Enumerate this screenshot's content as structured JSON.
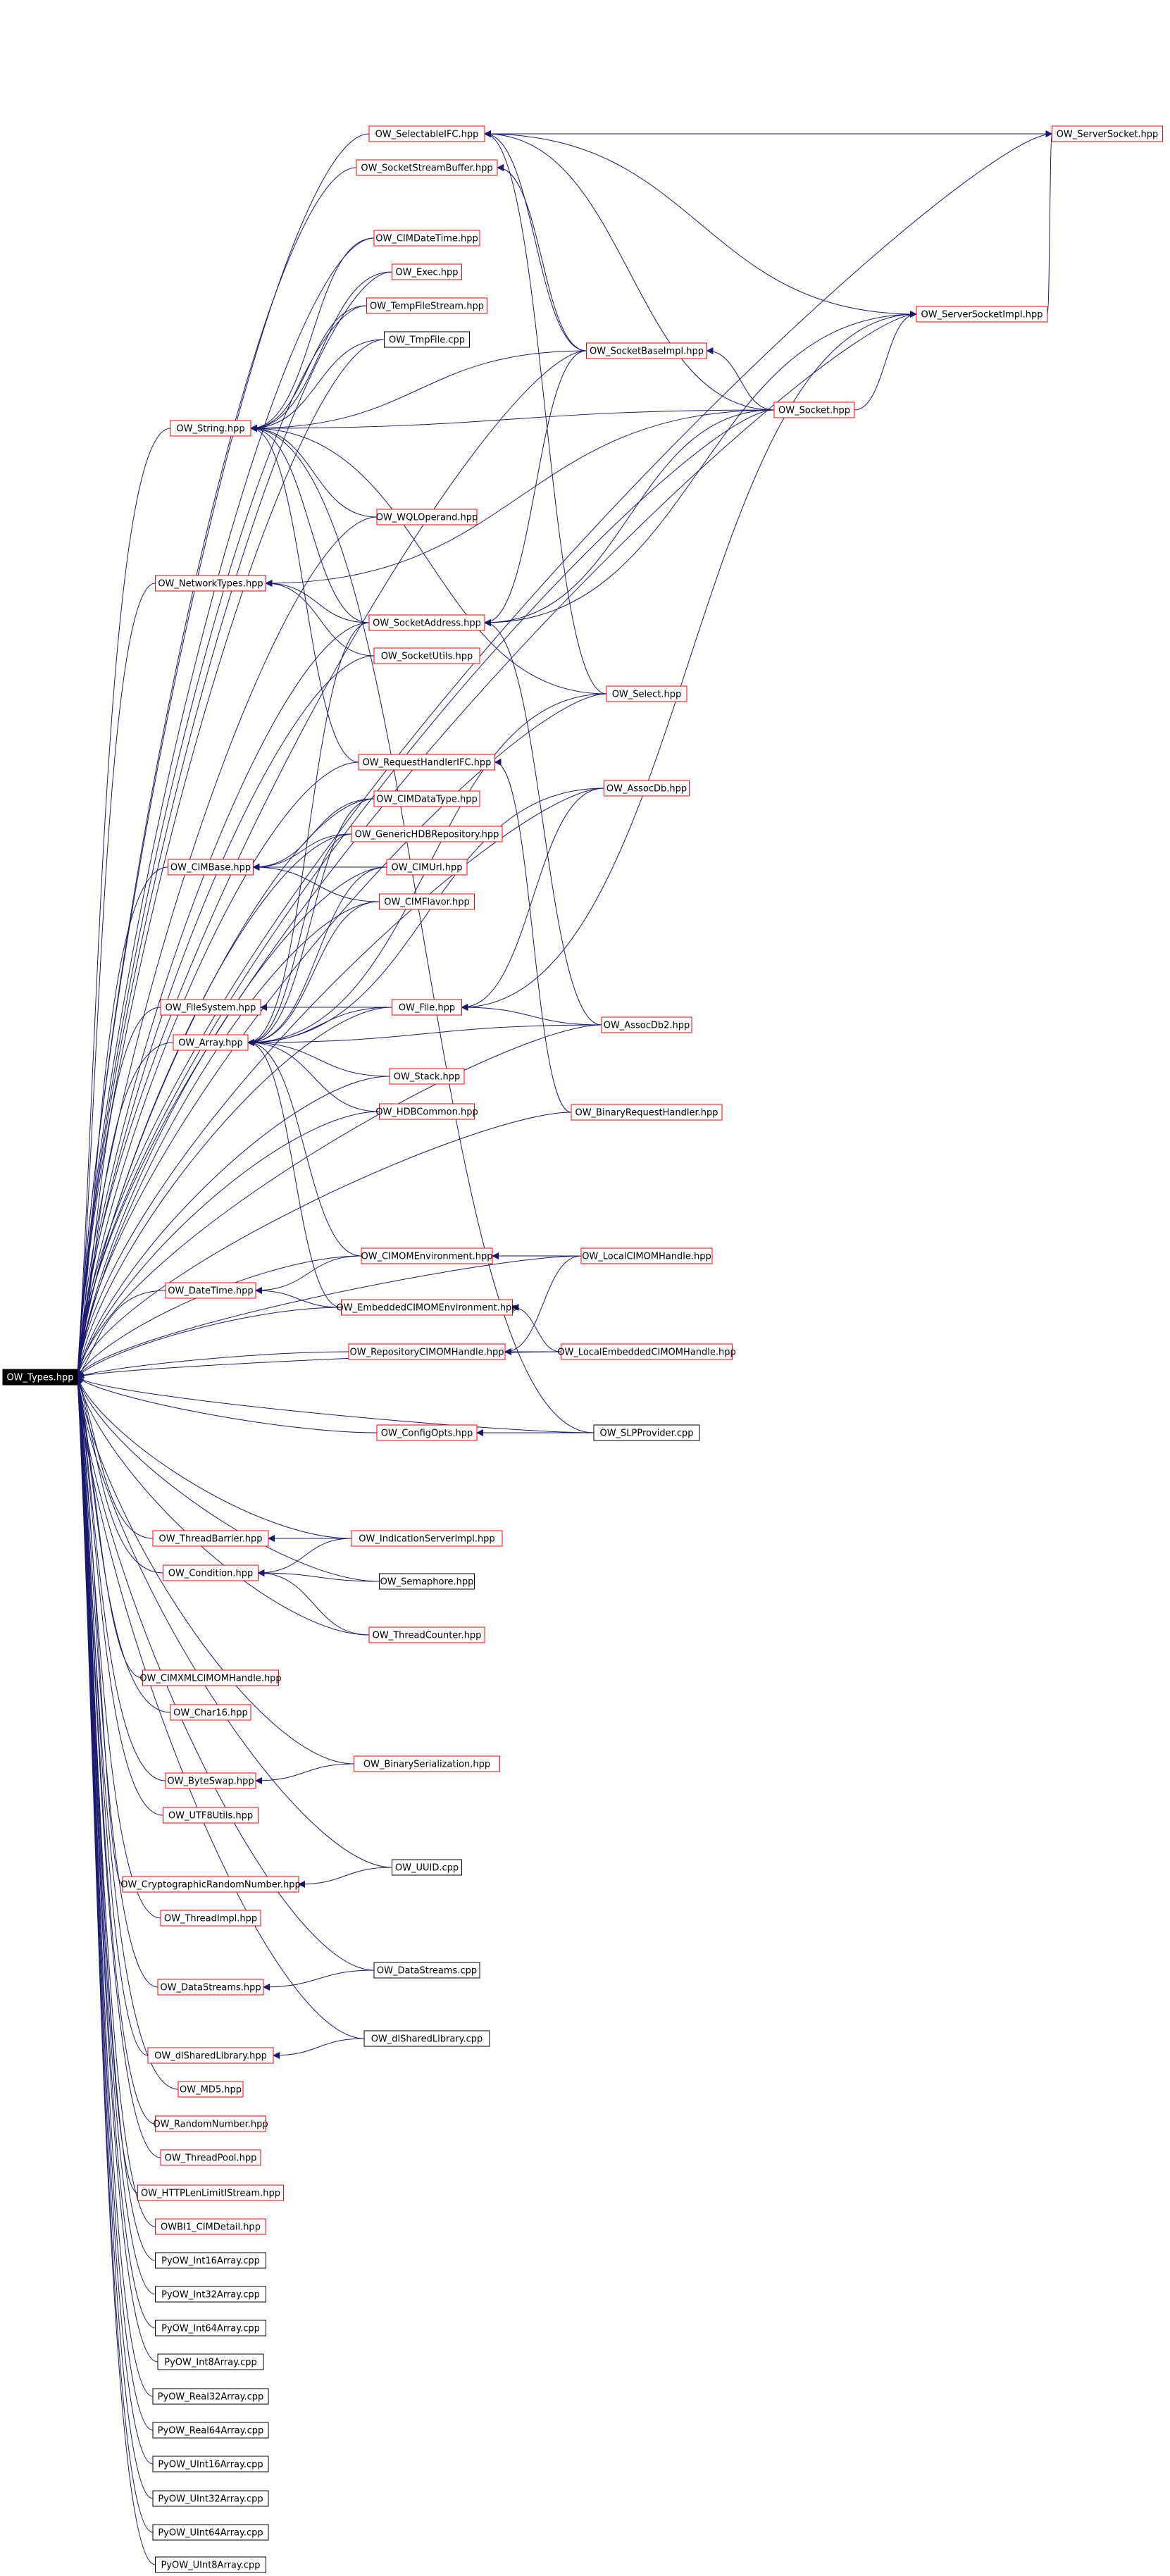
{
  "graph": {
    "colors": {
      "edge": "#191970",
      "arrowhead": "#191970",
      "red_border": "#ff0000",
      "black_border": "#000000",
      "root_fill": "#000000",
      "root_text": "#ffffff",
      "node_fill": "#ffffff",
      "node_text": "#000000"
    },
    "root": {
      "id": "types",
      "label": "OW_Types.hpp"
    },
    "nodes": [
      {
        "id": "selectablefc",
        "label": "OW_SelectableIFC.hpp",
        "border": "red"
      },
      {
        "id": "serversocket",
        "label": "OW_ServerSocket.hpp",
        "border": "red"
      },
      {
        "id": "socketstreambuffer",
        "label": "OW_SocketStreamBuffer.hpp",
        "border": "red"
      },
      {
        "id": "cimdatetime",
        "label": "OW_CIMDateTime.hpp",
        "border": "red"
      },
      {
        "id": "exec",
        "label": "OW_Exec.hpp",
        "border": "red"
      },
      {
        "id": "serversocketimpl",
        "label": "OW_ServerSocketImpl.hpp",
        "border": "red"
      },
      {
        "id": "tempfilestream",
        "label": "OW_TempFileStream.hpp",
        "border": "red"
      },
      {
        "id": "tmpfile",
        "label": "OW_TmpFile.cpp",
        "border": "black"
      },
      {
        "id": "socketbaseimpl",
        "label": "OW_SocketBaseImpl.hpp",
        "border": "red"
      },
      {
        "id": "string",
        "label": "OW_String.hpp",
        "border": "red"
      },
      {
        "id": "socket",
        "label": "OW_Socket.hpp",
        "border": "red"
      },
      {
        "id": "wqloperand",
        "label": "OW_WQLOperand.hpp",
        "border": "red"
      },
      {
        "id": "networktypes",
        "label": "OW_NetworkTypes.hpp",
        "border": "red"
      },
      {
        "id": "socketaddress",
        "label": "OW_SocketAddress.hpp",
        "border": "red"
      },
      {
        "id": "socketutils",
        "label": "OW_SocketUtils.hpp",
        "border": "red"
      },
      {
        "id": "select",
        "label": "OW_Select.hpp",
        "border": "red"
      },
      {
        "id": "requesthandlerifc",
        "label": "OW_RequestHandlerIFC.hpp",
        "border": "red"
      },
      {
        "id": "assocdb",
        "label": "OW_AssocDb.hpp",
        "border": "red"
      },
      {
        "id": "cimdatatype",
        "label": "OW_CIMDataType.hpp",
        "border": "red"
      },
      {
        "id": "generichdbrepository",
        "label": "OW_GenericHDBRepository.hpp",
        "border": "red"
      },
      {
        "id": "cimbase",
        "label": "OW_CIMBase.hpp",
        "border": "red"
      },
      {
        "id": "cimurl",
        "label": "OW_CIMUrl.hpp",
        "border": "red"
      },
      {
        "id": "cimflavor",
        "label": "OW_CIMFlavor.hpp",
        "border": "red"
      },
      {
        "id": "filesystem",
        "label": "OW_FileSystem.hpp",
        "border": "red"
      },
      {
        "id": "file",
        "label": "OW_File.hpp",
        "border": "red"
      },
      {
        "id": "array",
        "label": "OW_Array.hpp",
        "border": "red"
      },
      {
        "id": "assocdb2",
        "label": "OW_AssocDb2.hpp",
        "border": "red"
      },
      {
        "id": "stack",
        "label": "OW_Stack.hpp",
        "border": "red"
      },
      {
        "id": "hdbcommon",
        "label": "OW_HDBCommon.hpp",
        "border": "red"
      },
      {
        "id": "binaryrequesthandler",
        "label": "OW_BinaryRequestHandler.hpp",
        "border": "red"
      },
      {
        "id": "cimomenvironment",
        "label": "OW_CIMOMEnvironment.hpp",
        "border": "red"
      },
      {
        "id": "localcimomhandle",
        "label": "OW_LocalCIMOMHandle.hpp",
        "border": "red"
      },
      {
        "id": "datetime",
        "label": "OW_DateTime.hpp",
        "border": "red"
      },
      {
        "id": "embeddedcimomenvironment",
        "label": "OW_EmbeddedCIMOMEnvironment.hpp",
        "border": "red"
      },
      {
        "id": "repositorycimomhandle",
        "label": "OW_RepositoryCIMOMHandle.hpp",
        "border": "red"
      },
      {
        "id": "localembeddedcimomhandle",
        "label": "OW_LocalEmbeddedCIMOMHandle.hpp",
        "border": "red"
      },
      {
        "id": "configopts",
        "label": "OW_ConfigOpts.hpp",
        "border": "red"
      },
      {
        "id": "slpprovider",
        "label": "OW_SLPProvider.cpp",
        "border": "black"
      },
      {
        "id": "threadbarrier",
        "label": "OW_ThreadBarrier.hpp",
        "border": "red"
      },
      {
        "id": "indicationserverimpl",
        "label": "OW_IndicationServerImpl.hpp",
        "border": "red"
      },
      {
        "id": "condition",
        "label": "OW_Condition.hpp",
        "border": "red"
      },
      {
        "id": "semaphore",
        "label": "OW_Semaphore.hpp",
        "border": "black"
      },
      {
        "id": "threadcounter",
        "label": "OW_ThreadCounter.hpp",
        "border": "red"
      },
      {
        "id": "cimxmlcimomhandle",
        "label": "OW_CIMXMLCIMOMHandle.hpp",
        "border": "red"
      },
      {
        "id": "char16",
        "label": "OW_Char16.hpp",
        "border": "red"
      },
      {
        "id": "binaryserialization",
        "label": "OW_BinarySerialization.hpp",
        "border": "red"
      },
      {
        "id": "byteswap",
        "label": "OW_ByteSwap.hpp",
        "border": "red"
      },
      {
        "id": "utf8utils",
        "label": "OW_UTF8Utils.hpp",
        "border": "red"
      },
      {
        "id": "uuid",
        "label": "OW_UUID.cpp",
        "border": "black"
      },
      {
        "id": "cryptographicrandomnumber",
        "label": "OW_CryptographicRandomNumber.hpp",
        "border": "red"
      },
      {
        "id": "threadimpl",
        "label": "OW_ThreadImpl.hpp",
        "border": "red"
      },
      {
        "id": "datastreamscpp",
        "label": "OW_DataStreams.cpp",
        "border": "black"
      },
      {
        "id": "datastreamshpp",
        "label": "OW_DataStreams.hpp",
        "border": "red"
      },
      {
        "id": "dlsharedlibrarycpp",
        "label": "OW_dlSharedLibrary.cpp",
        "border": "black"
      },
      {
        "id": "dlsharedlibraryhpp",
        "label": "OW_dlSharedLibrary.hpp",
        "border": "red"
      },
      {
        "id": "md5",
        "label": "OW_MD5.hpp",
        "border": "red"
      },
      {
        "id": "randomnumber",
        "label": "OW_RandomNumber.hpp",
        "border": "red"
      },
      {
        "id": "threadpool",
        "label": "OW_ThreadPool.hpp",
        "border": "red"
      },
      {
        "id": "httplenlimit",
        "label": "OW_HTTPLenLimitIStream.hpp",
        "border": "red"
      },
      {
        "id": "owbi1cimdetail",
        "label": "OWBI1_CIMDetail.hpp",
        "border": "red"
      },
      {
        "id": "pyint16",
        "label": "PyOW_Int16Array.cpp",
        "border": "black"
      },
      {
        "id": "pyint32",
        "label": "PyOW_Int32Array.cpp",
        "border": "black"
      },
      {
        "id": "pyint64",
        "label": "PyOW_Int64Array.cpp",
        "border": "black"
      },
      {
        "id": "pyint8",
        "label": "PyOW_Int8Array.cpp",
        "border": "black"
      },
      {
        "id": "pyreal32",
        "label": "PyOW_Real32Array.cpp",
        "border": "black"
      },
      {
        "id": "pyreal64",
        "label": "PyOW_Real64Array.cpp",
        "border": "black"
      },
      {
        "id": "pyuint16",
        "label": "PyOW_UInt16Array.cpp",
        "border": "black"
      },
      {
        "id": "pyuint32",
        "label": "PyOW_UInt32Array.cpp",
        "border": "black"
      },
      {
        "id": "pyuint64",
        "label": "PyOW_UInt64Array.cpp",
        "border": "black"
      },
      {
        "id": "pyuint8",
        "label": "PyOW_UInt8Array.cpp",
        "border": "black"
      }
    ],
    "edges": [
      [
        "selectablefc",
        "types"
      ],
      [
        "serversocket",
        "types"
      ],
      [
        "socketstreambuffer",
        "types"
      ],
      [
        "cimdatetime",
        "types"
      ],
      [
        "exec",
        "types"
      ],
      [
        "serversocketimpl",
        "types"
      ],
      [
        "tempfilestream",
        "types"
      ],
      [
        "tmpfile",
        "types"
      ],
      [
        "socketbaseimpl",
        "types"
      ],
      [
        "string",
        "types"
      ],
      [
        "socket",
        "types"
      ],
      [
        "wqloperand",
        "types"
      ],
      [
        "networktypes",
        "types"
      ],
      [
        "socketaddress",
        "types"
      ],
      [
        "socketutils",
        "types"
      ],
      [
        "select",
        "types"
      ],
      [
        "requesthandlerifc",
        "types"
      ],
      [
        "assocdb",
        "types"
      ],
      [
        "cimdatatype",
        "types"
      ],
      [
        "generichdbrepository",
        "types"
      ],
      [
        "cimbase",
        "types"
      ],
      [
        "cimurl",
        "types"
      ],
      [
        "cimflavor",
        "types"
      ],
      [
        "filesystem",
        "types"
      ],
      [
        "file",
        "types"
      ],
      [
        "array",
        "types"
      ],
      [
        "assocdb2",
        "types"
      ],
      [
        "stack",
        "types"
      ],
      [
        "hdbcommon",
        "types"
      ],
      [
        "binaryrequesthandler",
        "types"
      ],
      [
        "cimomenvironment",
        "types"
      ],
      [
        "localcimomhandle",
        "types"
      ],
      [
        "datetime",
        "types"
      ],
      [
        "embeddedcimomenvironment",
        "types"
      ],
      [
        "repositorycimomhandle",
        "types"
      ],
      [
        "localembeddedcimomhandle",
        "types"
      ],
      [
        "configopts",
        "types"
      ],
      [
        "slpprovider",
        "types"
      ],
      [
        "threadbarrier",
        "types"
      ],
      [
        "indicationserverimpl",
        "types"
      ],
      [
        "condition",
        "types"
      ],
      [
        "semaphore",
        "types"
      ],
      [
        "threadcounter",
        "types"
      ],
      [
        "cimxmlcimomhandle",
        "types"
      ],
      [
        "char16",
        "types"
      ],
      [
        "binaryserialization",
        "types"
      ],
      [
        "byteswap",
        "types"
      ],
      [
        "utf8utils",
        "types"
      ],
      [
        "uuid",
        "types"
      ],
      [
        "cryptographicrandomnumber",
        "types"
      ],
      [
        "threadimpl",
        "types"
      ],
      [
        "datastreamscpp",
        "types"
      ],
      [
        "datastreamshpp",
        "types"
      ],
      [
        "dlsharedlibrarycpp",
        "types"
      ],
      [
        "dlsharedlibraryhpp",
        "types"
      ],
      [
        "md5",
        "types"
      ],
      [
        "randomnumber",
        "types"
      ],
      [
        "threadpool",
        "types"
      ],
      [
        "httplenlimit",
        "types"
      ],
      [
        "owbi1cimdetail",
        "types"
      ],
      [
        "pyint16",
        "types"
      ],
      [
        "pyint32",
        "types"
      ],
      [
        "pyint64",
        "types"
      ],
      [
        "pyint8",
        "types"
      ],
      [
        "pyreal32",
        "types"
      ],
      [
        "pyreal64",
        "types"
      ],
      [
        "pyuint16",
        "types"
      ],
      [
        "pyuint32",
        "types"
      ],
      [
        "pyuint64",
        "types"
      ],
      [
        "pyuint8",
        "types"
      ],
      [
        "serversocket",
        "selectablefc"
      ],
      [
        "serversocketimpl",
        "selectablefc"
      ],
      [
        "socketbaseimpl",
        "selectablefc"
      ],
      [
        "socket",
        "selectablefc"
      ],
      [
        "select",
        "selectablefc"
      ],
      [
        "socketbaseimpl",
        "socketstreambuffer"
      ],
      [
        "serversocketimpl",
        "serversocket"
      ],
      [
        "socket",
        "serversocketimpl"
      ],
      [
        "socket",
        "socketbaseimpl"
      ],
      [
        "cimdatetime",
        "string"
      ],
      [
        "exec",
        "string"
      ],
      [
        "tempfilestream",
        "string"
      ],
      [
        "tmpfile",
        "string"
      ],
      [
        "socketbaseimpl",
        "string"
      ],
      [
        "socket",
        "string"
      ],
      [
        "wqloperand",
        "string"
      ],
      [
        "socketaddress",
        "string"
      ],
      [
        "requesthandlerifc",
        "string"
      ],
      [
        "select",
        "string"
      ],
      [
        "slpprovider",
        "string"
      ],
      [
        "socketaddress",
        "networktypes"
      ],
      [
        "socketutils",
        "networktypes"
      ],
      [
        "socket",
        "networktypes"
      ],
      [
        "socketbaseimpl",
        "socketaddress"
      ],
      [
        "socket",
        "socketaddress"
      ],
      [
        "serversocketimpl",
        "socketaddress"
      ],
      [
        "assocdb2",
        "socketaddress"
      ],
      [
        "binaryrequesthandler",
        "requesthandlerifc"
      ],
      [
        "cimdatatype",
        "cimbase"
      ],
      [
        "generichdbrepository",
        "cimbase"
      ],
      [
        "cimurl",
        "cimbase"
      ],
      [
        "cimflavor",
        "cimbase"
      ],
      [
        "file",
        "filesystem"
      ],
      [
        "assocdb",
        "file"
      ],
      [
        "assocdb2",
        "file"
      ],
      [
        "serversocketimpl",
        "file"
      ],
      [
        "socketaddress",
        "array"
      ],
      [
        "select",
        "array"
      ],
      [
        "assocdb",
        "array"
      ],
      [
        "cimdatatype",
        "array"
      ],
      [
        "generichdbrepository",
        "array"
      ],
      [
        "cimurl",
        "array"
      ],
      [
        "cimflavor",
        "array"
      ],
      [
        "file",
        "array"
      ],
      [
        "assocdb2",
        "array"
      ],
      [
        "stack",
        "array"
      ],
      [
        "hdbcommon",
        "array"
      ],
      [
        "cimomenvironment",
        "array"
      ],
      [
        "embeddedcimomenvironment",
        "array"
      ],
      [
        "localcimomhandle",
        "cimomenvironment"
      ],
      [
        "cimomenvironment",
        "datetime"
      ],
      [
        "embeddedcimomenvironment",
        "datetime"
      ],
      [
        "localcimomhandle",
        "repositorycimomhandle"
      ],
      [
        "localembeddedcimomhandle",
        "repositorycimomhandle"
      ],
      [
        "localembeddedcimomhandle",
        "embeddedcimomenvironment"
      ],
      [
        "slpprovider",
        "configopts"
      ],
      [
        "indicationserverimpl",
        "threadbarrier"
      ],
      [
        "semaphore",
        "condition"
      ],
      [
        "threadcounter",
        "condition"
      ],
      [
        "indicationserverimpl",
        "condition"
      ],
      [
        "binaryserialization",
        "byteswap"
      ],
      [
        "uuid",
        "cryptographicrandomnumber"
      ],
      [
        "datastreamscpp",
        "datastreamshpp"
      ],
      [
        "dlsharedlibrarycpp",
        "dlsharedlibraryhpp"
      ]
    ]
  }
}
